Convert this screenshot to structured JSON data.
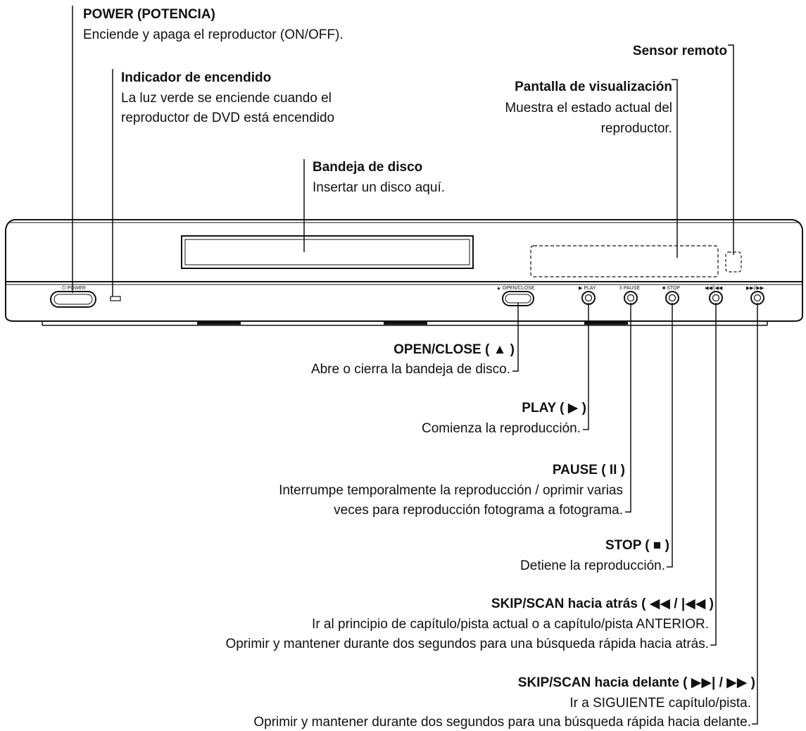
{
  "callouts": {
    "power": {
      "title": "POWER (POTENCIA)",
      "desc": "Enciende y apaga el reproductor (ON/OFF)."
    },
    "indicator": {
      "title": "Indicador de encendido",
      "desc1": "La luz verde se enciende cuando el",
      "desc2": "reproductor de DVD está encendido"
    },
    "remote_sensor": {
      "title": "Sensor remoto"
    },
    "display": {
      "title": "Pantalla de visualización",
      "desc1": "Muestra el estado actual del",
      "desc2": "reproductor."
    },
    "tray": {
      "title": "Bandeja de disco",
      "desc": "Insertar un disco aquí."
    },
    "open_close": {
      "title": "OPEN/CLOSE ( ▲ )",
      "desc": "Abre o cierra la bandeja de disco."
    },
    "play": {
      "title": "PLAY ( ▶ )",
      "desc": "Comienza la reproducción."
    },
    "pause": {
      "title": "PAUSE ( II )",
      "desc1": "Interrumpe temporalmente la reproducción / oprimir varias",
      "desc2": "veces para reproducción fotograma a fotograma."
    },
    "stop": {
      "title": "STOP ( ■ )",
      "desc": "Detiene la reproducción."
    },
    "skip_back": {
      "title": "SKIP/SCAN hacia atrás ( ◀◀ / |◀◀ )",
      "desc1": "Ir al principio de capítulo/pista actual o a capítulo/pista ANTERIOR.",
      "desc2": "Oprimir y mantener durante dos segundos para una búsqueda rápida hacia atrás."
    },
    "skip_fwd": {
      "title": "SKIP/SCAN hacia delante ( ▶▶| / ▶▶ )",
      "desc1": "Ir a SIGUIENTE capítulo/pista.",
      "desc2": "Oprimir y mantener durante dos segundos para una búsqueda rápida hacia delante."
    }
  },
  "panel_labels": {
    "power": "⏻ POWER",
    "open_close": "▲ OPEN/CLOSE",
    "play": "▶ PLAY",
    "pause": "II PAUSE",
    "stop": "■ STOP",
    "skip_back": "◀◀/|◀◀",
    "skip_fwd": "▶▶|/▶▶"
  }
}
